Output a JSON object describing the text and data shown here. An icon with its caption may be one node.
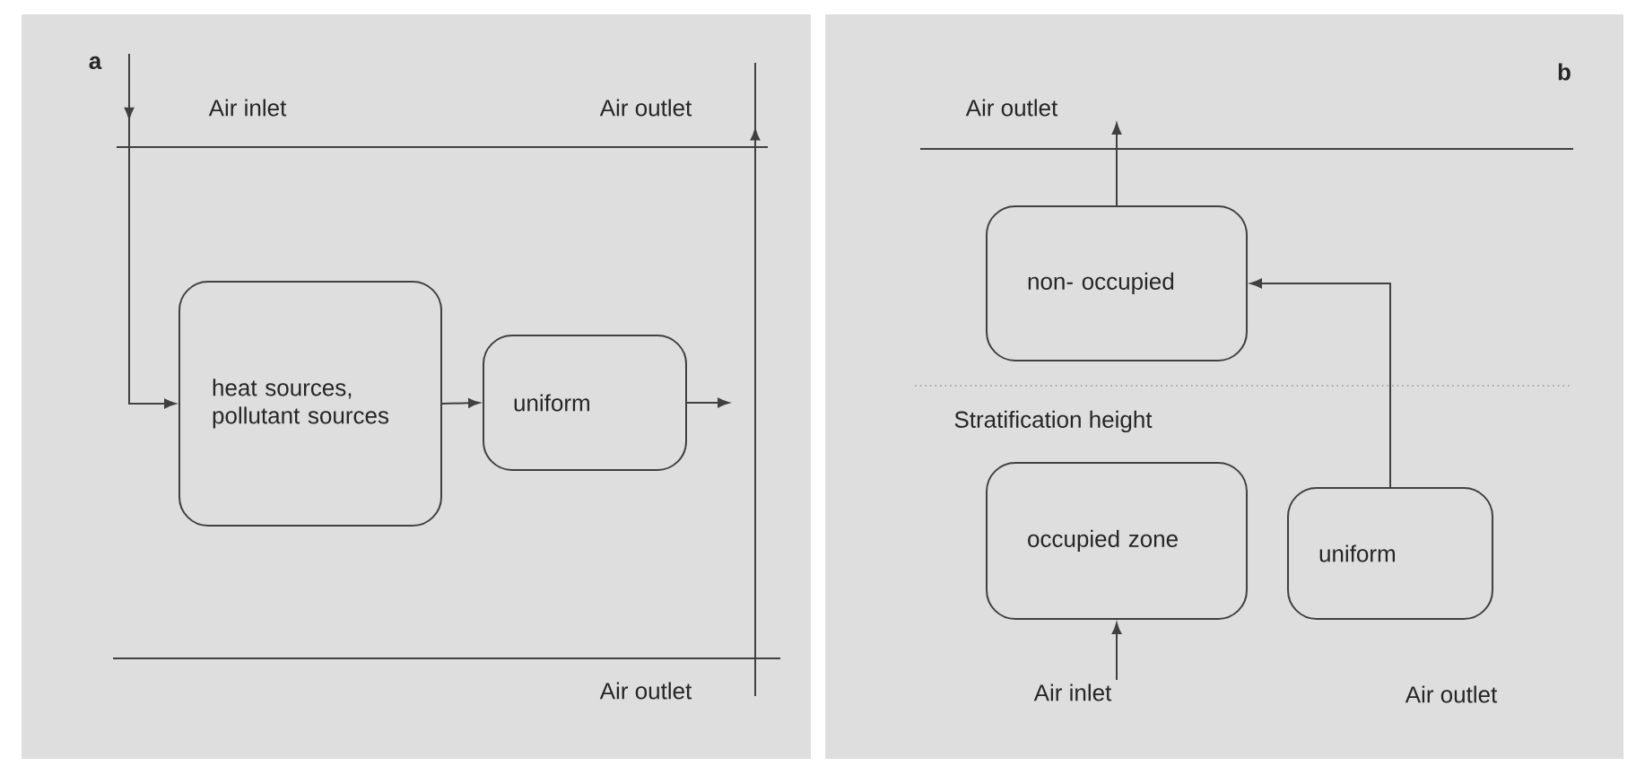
{
  "diagram": {
    "nodes": [
      {
        "text": [
          "heat sources, pollutant sources"
        ]
      },
      {
        "text": [
          "uniform"
        ]
      },
      {
        "text": [
          "Air outlet"
        ]
      },
      {
        "text": [
          "non- occupied"
        ]
      },
      {
        "text": [
          "occupied zone"
        ]
      },
      {
        "text": [
          "uniform"
        ]
      },
      {
        "text": [
          "Air inlet"
        ]
      }
    ],
    "edges": [
      {
        "from": null,
        "to": 0,
        "arrow": "to"
      },
      {
        "from": 0,
        "to": 1,
        "arrow": "to"
      },
      {
        "from": 1,
        "to": null,
        "arrow": "to"
      },
      {
        "from": 3,
        "to": 2,
        "arrow": "to"
      },
      {
        "from": 5,
        "to": 3,
        "arrow": "to"
      },
      {
        "from": 6,
        "to": 4,
        "arrow": "to"
      }
    ],
    "labels": [
      "a",
      "Air inlet",
      "Air outlet",
      "Air outlet",
      "b",
      "Stratification height",
      "Air outlet"
    ]
  }
}
